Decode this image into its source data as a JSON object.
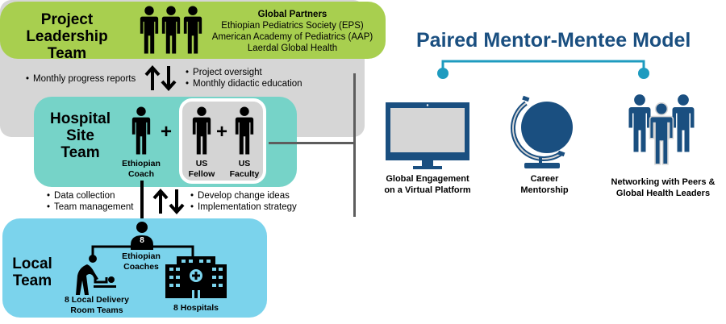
{
  "leadership": {
    "title_line1": "Project",
    "title_line2": "Leadership Team",
    "partners_heading": "Global Partners",
    "partners": [
      "Ethiopian Pediatrics Society (EPS)",
      "American Academy of Pediatrics (AAP)",
      "Laerdal Global Health"
    ]
  },
  "flow_top": {
    "left_bullets": [
      "Monthly progress reports"
    ],
    "right_bullets": [
      "Project oversight",
      "Monthly didactic education"
    ]
  },
  "site_team": {
    "title_lines": [
      "Hospital",
      "Site",
      "Team"
    ],
    "plus": "+",
    "coach_label_line1": "Ethiopian",
    "coach_label_line2": "Coach",
    "fellow_label_line1": "US",
    "fellow_label_line2": "Fellow",
    "faculty_label_line1": "US",
    "faculty_label_line2": "Faculty"
  },
  "flow_bottom": {
    "left_bullets": [
      "Data collection",
      "Team management"
    ],
    "right_bullets": [
      "Develop change ideas",
      "Implementation strategy"
    ]
  },
  "local_team": {
    "title_line1": "Local",
    "title_line2": "Team",
    "coach_count": "8",
    "coaches_line1": "Ethiopian",
    "coaches_line2": "Coaches",
    "delivery_line1": "8 Local Delivery",
    "delivery_line2": "Room Teams",
    "hospitals": "8 Hospitals"
  },
  "mentor_model": {
    "title": "Paired Mentor-Mentee Model",
    "items": [
      {
        "icon": "monitor-icon",
        "line1": "Global Engagement",
        "line2": "on a Virtual Platform"
      },
      {
        "icon": "globe-icon",
        "line1": "Career",
        "line2": "Mentorship"
      },
      {
        "icon": "people-group-icon",
        "line1": "Networking with Peers &",
        "line2": "Global Health Leaders"
      }
    ]
  },
  "colors": {
    "leadership": "#a8cf4f",
    "site_team": "#76d3c8",
    "local_team": "#7bd3ec",
    "mentor_panel": "#d6d6d6",
    "accent_blue": "#1a4f80",
    "connector_teal": "#1e9bbf"
  }
}
